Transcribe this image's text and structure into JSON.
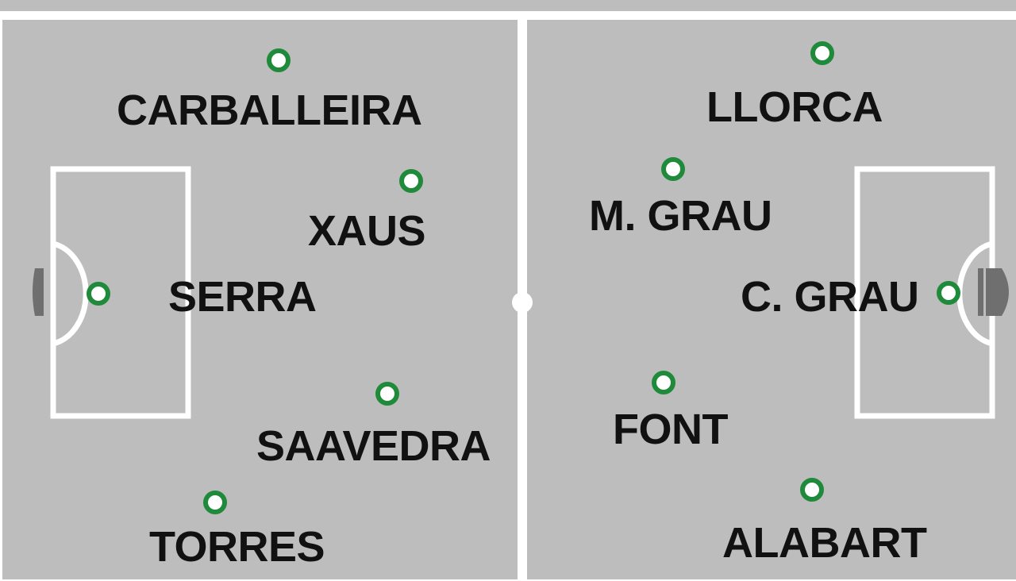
{
  "colors": {
    "pitch": "#bdbdbe",
    "lines": "#ffffff",
    "goal": "#6f6f70",
    "marker_ring": "#1e8a3a",
    "text": "#111111"
  },
  "players": [
    {
      "id": "carballeira",
      "name": "CARBALLEIRA"
    },
    {
      "id": "xaus",
      "name": "XAUS"
    },
    {
      "id": "serra",
      "name": "SERRA"
    },
    {
      "id": "saavedra",
      "name": "SAAVEDRA"
    },
    {
      "id": "torres",
      "name": "TORRES"
    },
    {
      "id": "llorca",
      "name": "LLORCA"
    },
    {
      "id": "m-grau",
      "name": "M. GRAU"
    },
    {
      "id": "c-grau",
      "name": "C. GRAU"
    },
    {
      "id": "font",
      "name": "FONT"
    },
    {
      "id": "alabart",
      "name": "ALABART"
    }
  ]
}
